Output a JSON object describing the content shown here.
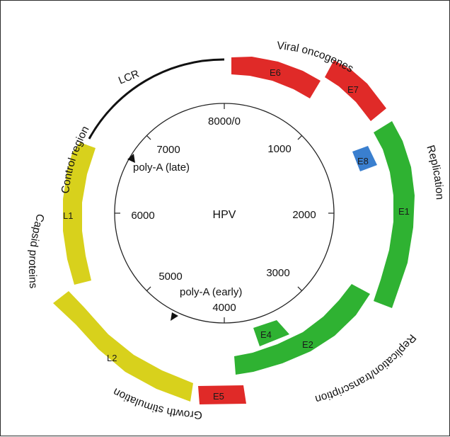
{
  "center_label": "HPV",
  "ticks": [
    {
      "value": 0,
      "label": "8000/0"
    },
    {
      "value": 1000,
      "label": "1000"
    },
    {
      "value": 2000,
      "label": "2000"
    },
    {
      "value": 3000,
      "label": "3000"
    },
    {
      "value": 4000,
      "label": "4000"
    },
    {
      "value": 5000,
      "label": "5000"
    },
    {
      "value": 6000,
      "label": "6000"
    },
    {
      "value": 7000,
      "label": "7000"
    }
  ],
  "genome_length": 8000,
  "poly_a": {
    "late": "poly-A (late)",
    "early": "poly-A (early)"
  },
  "genes": [
    {
      "id": "E6",
      "label": "E6",
      "color": "#e02a28"
    },
    {
      "id": "E7",
      "label": "E7",
      "color": "#e02a28"
    },
    {
      "id": "E8",
      "label": "E8",
      "color": "#3a7fcf"
    },
    {
      "id": "E1",
      "label": "E1",
      "color": "#2fb232"
    },
    {
      "id": "E2",
      "label": "E2",
      "color": "#2fb232"
    },
    {
      "id": "E4",
      "label": "E4",
      "color": "#2fb232"
    },
    {
      "id": "E5",
      "label": "E5",
      "color": "#e02a28"
    },
    {
      "id": "L2",
      "label": "L2",
      "color": "#d8d11c"
    },
    {
      "id": "L1",
      "label": "L1",
      "color": "#d8d11c"
    }
  ],
  "lcr_label": "LCR",
  "regions": {
    "control": "Control region",
    "oncogenes": "Viral oncogenes",
    "replication": "Replication",
    "replication_transcription": "Replication/transcription",
    "growth": "Growth stimulation",
    "capsid": "Capsid proteins"
  }
}
